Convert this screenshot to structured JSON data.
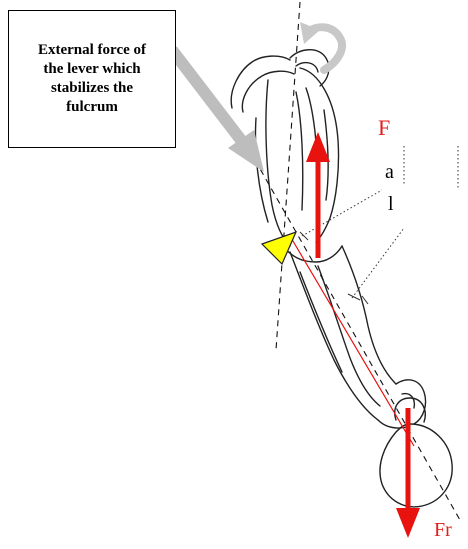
{
  "callout": {
    "text": "External force of the lever which stabilizes the fulcrum"
  },
  "labels": {
    "force": "F",
    "resistance": "Fr",
    "arm_a": "a",
    "arm_l": "l"
  },
  "colors": {
    "force_arrow": "#e8130f",
    "fulcrum": "#ffff00",
    "external_force_arrow": "#bdbdbd",
    "rotation_arrow": "#c8c8c8",
    "label_red": "#e0201c"
  },
  "icons": {
    "rotation": "curved-rotation-arrow-icon",
    "fulcrum": "triangle-fulcrum-icon"
  }
}
